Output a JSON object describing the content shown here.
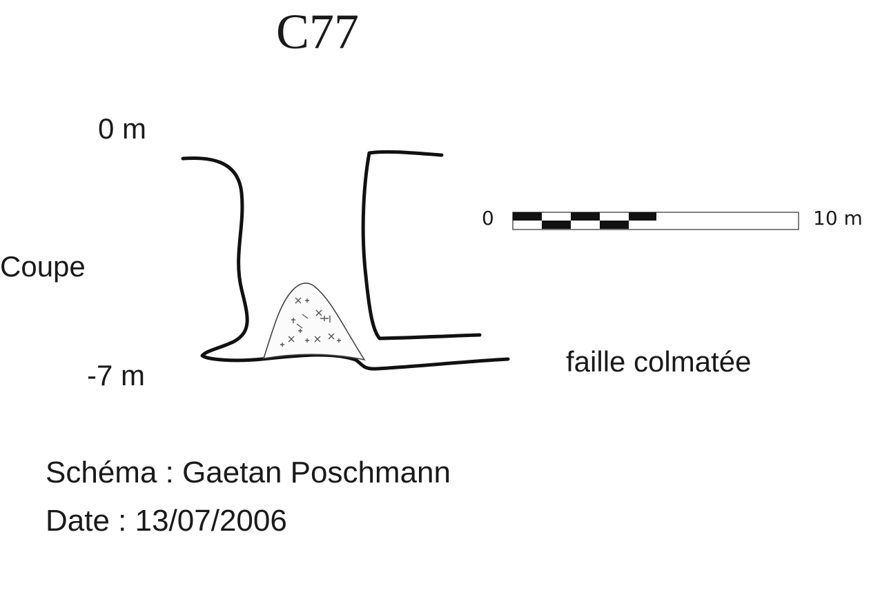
{
  "title": "C77",
  "depth": {
    "top": "0 m",
    "bottom": "-7 m"
  },
  "section_label": "Coupe",
  "feature_label": "faille colmatée",
  "scale_bar": {
    "min_label": "0",
    "max_label": "10 m"
  },
  "credits": {
    "author": "Schéma : Gaetan Poschmann",
    "date": "Date : 13/07/2006"
  }
}
